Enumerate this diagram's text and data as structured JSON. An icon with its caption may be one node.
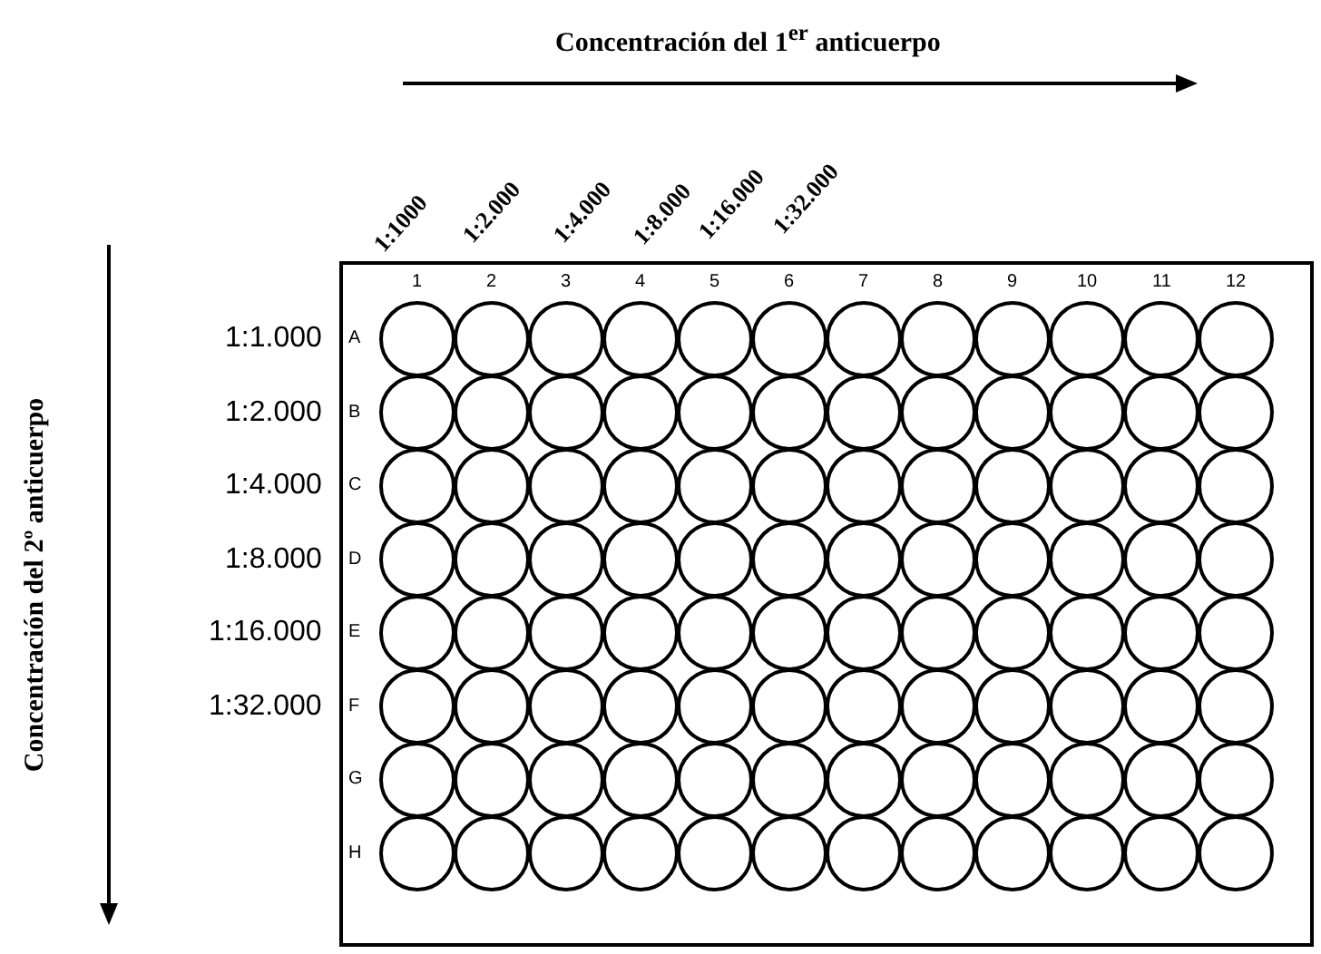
{
  "diagram": {
    "labels": [
      "Concentración del 1$^{er}$ anticuerpo",
      "1:1000",
      "1:2.000",
      "1:4.000",
      "1:8.000",
      "1:16.000",
      "1:32.000",
      "Concentración del 2º anticuerpo",
      "1",
      "2",
      "3",
      "4",
      "5",
      "6",
      "7",
      "8",
      "9",
      "10",
      "11",
      "12",
      "1:1.000",
      "A",
      "1:2.000",
      "B",
      "1:4.000",
      "C",
      "1:8.000",
      "D",
      "1:16.000",
      "E",
      "1:32.000",
      "F",
      "G",
      "H"
    ]
  }
}
